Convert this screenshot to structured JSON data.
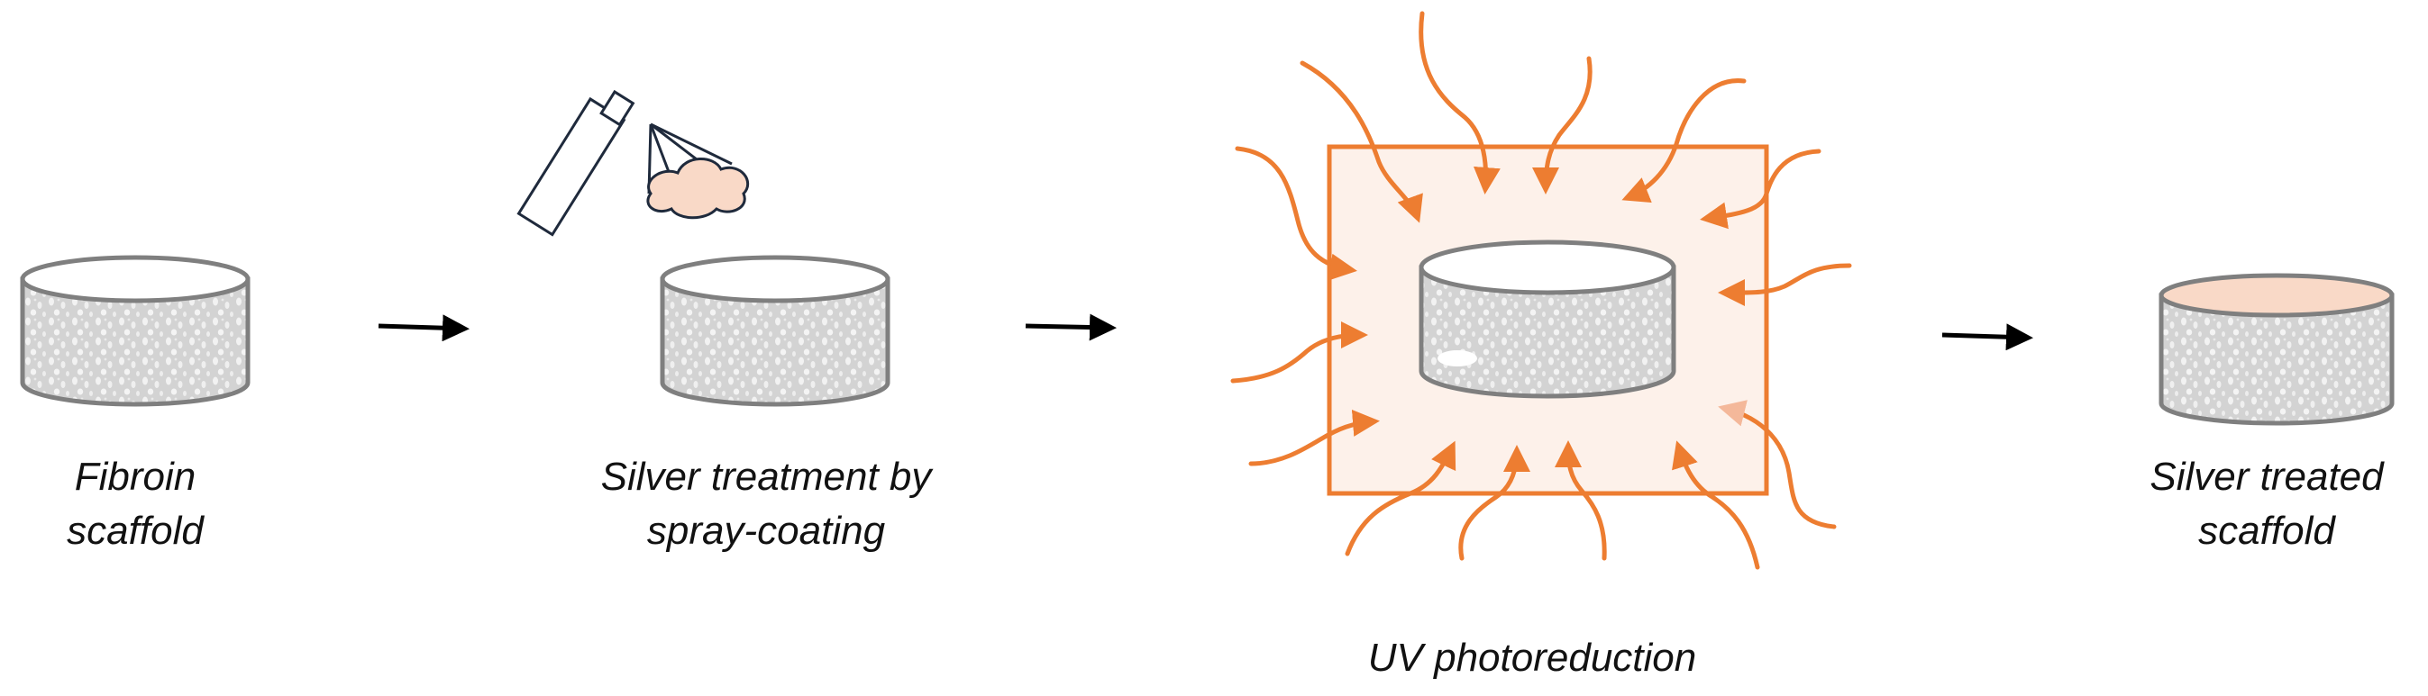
{
  "steps": {
    "fibroin": {
      "line1": "Fibroin",
      "line2": "scaffold"
    },
    "spray": {
      "line1": "Silver treatment by",
      "line2": "spray-coating"
    },
    "uv": {
      "label": "UV photoreduction"
    },
    "treated": {
      "line1": "Silver treated",
      "line2": "scaffold"
    }
  },
  "colors": {
    "uv_orange": "#ED7D31",
    "uv_box_fill": "#FDF1EA",
    "coating": "#F9D9C7",
    "scaffold_body": "#D4D4D4",
    "scaffold_outline": "#7F7F7F",
    "arrow": "#000000",
    "spray_outline": "#1F2A3C"
  },
  "icons": [
    "scaffold-cylinder-icon",
    "spray-bottle-icon",
    "spray-mist-icon",
    "uv-ray-arrow-icon",
    "process-arrow-icon"
  ]
}
